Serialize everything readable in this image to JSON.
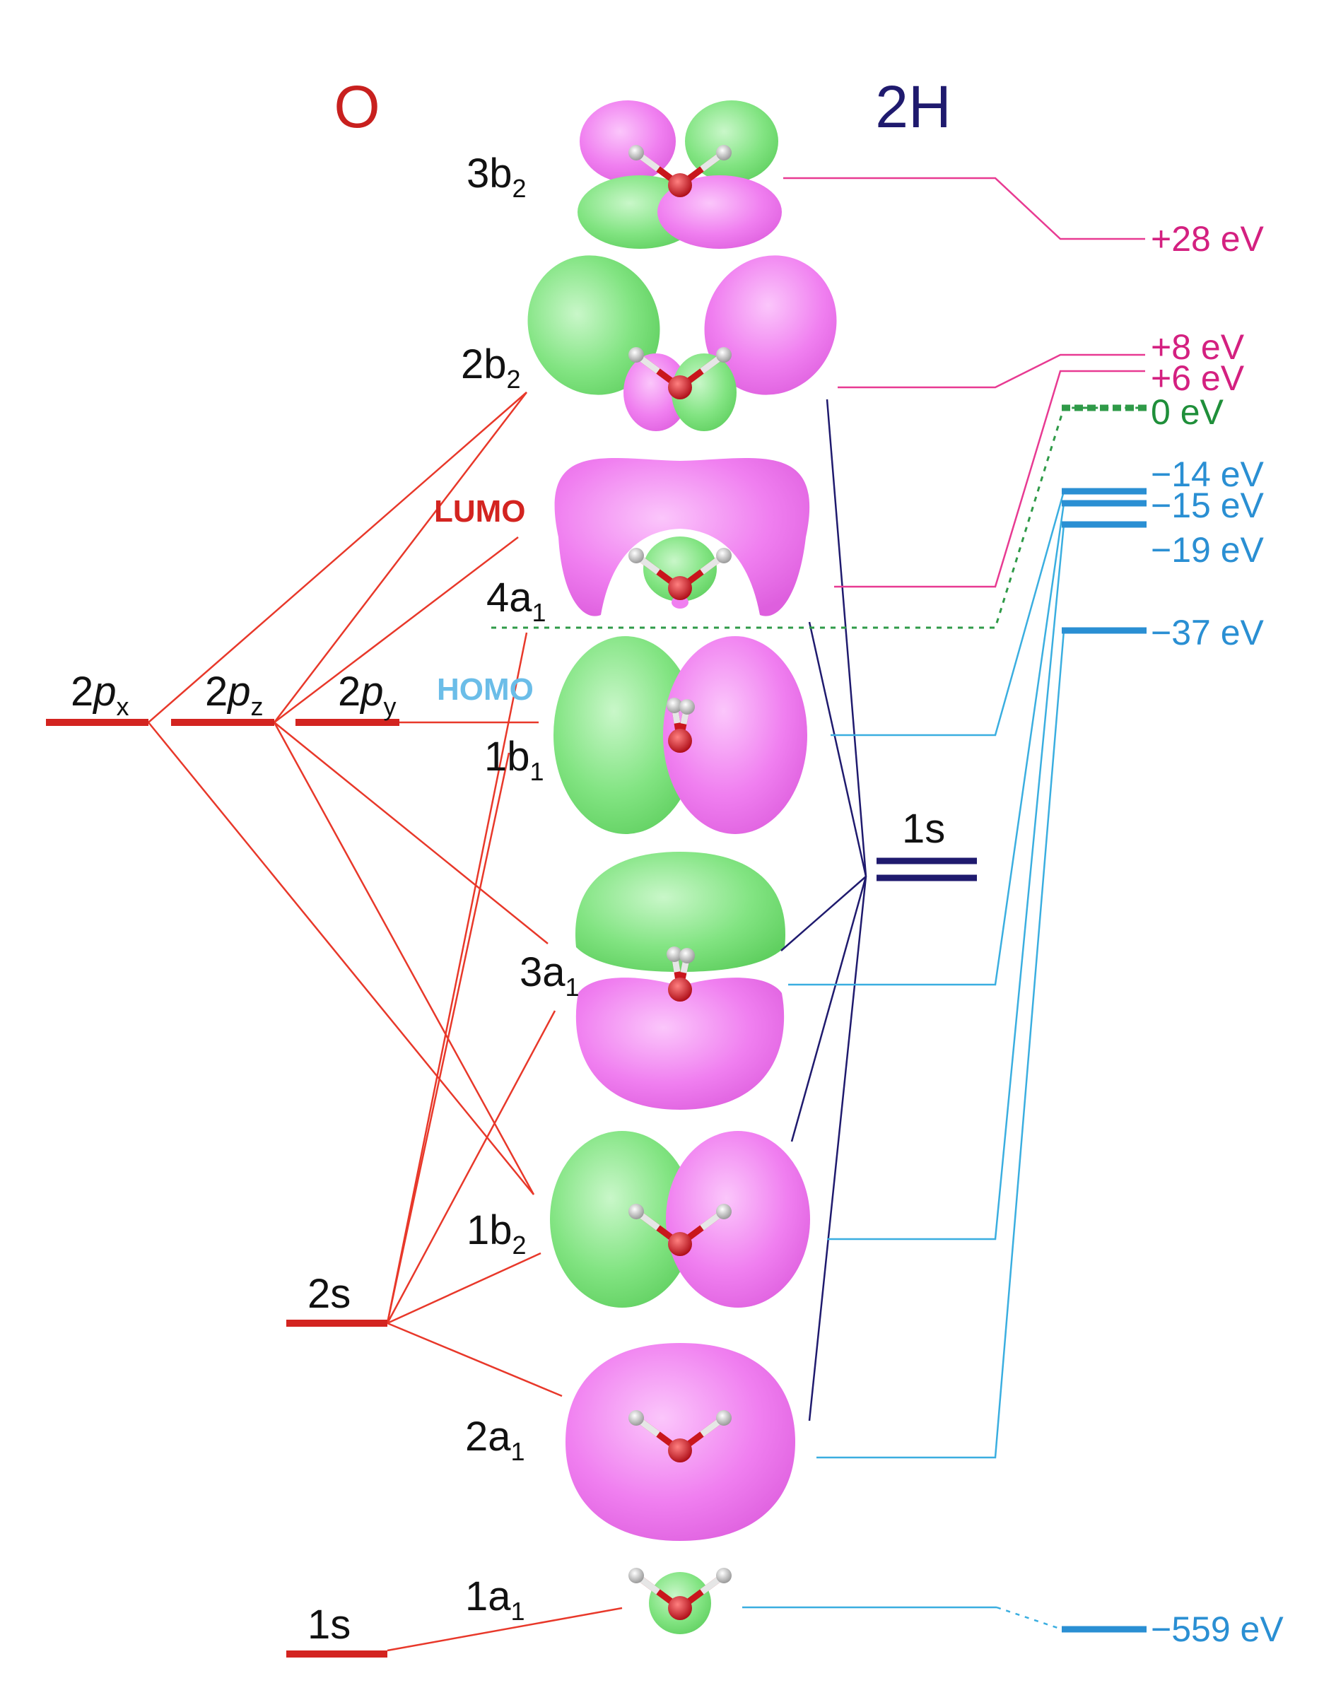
{
  "headers": {
    "oxygen": "O",
    "hydrogen": "2H"
  },
  "oxygen_orbitals": {
    "p_x": {
      "base": "2",
      "letter": "p",
      "sub": "x"
    },
    "p_z": {
      "base": "2",
      "letter": "p",
      "sub": "z"
    },
    "p_y": {
      "base": "2",
      "letter": "p",
      "sub": "y"
    },
    "s2": "2s",
    "s1": "1s"
  },
  "hydrogen_orbital": "1s",
  "frontier": {
    "lumo": "LUMO",
    "homo": "HOMO"
  },
  "mos": [
    {
      "base": "3b",
      "sub": "2"
    },
    {
      "base": "2b",
      "sub": "2"
    },
    {
      "base": "4a",
      "sub": "1"
    },
    {
      "base": "1b",
      "sub": "1"
    },
    {
      "base": "3a",
      "sub": "1"
    },
    {
      "base": "1b",
      "sub": "2"
    },
    {
      "base": "2a",
      "sub": "1"
    },
    {
      "base": "1a",
      "sub": "1"
    }
  ],
  "energies": [
    "+28 eV",
    "+8 eV",
    "+6 eV",
    "0 eV",
    "−14 eV",
    "−15 eV",
    "−19 eV",
    "−37 eV",
    "−559 eV"
  ],
  "colors": {
    "oxygen": "#c8201e",
    "hydrogen": "#1f1a6e",
    "antibonding": "#e0208a",
    "bonding": "#2f9fd8",
    "vacuum": "#1f8f3a",
    "lobe_green": "#7fe37f",
    "lobe_pink": "#f07ff0"
  }
}
